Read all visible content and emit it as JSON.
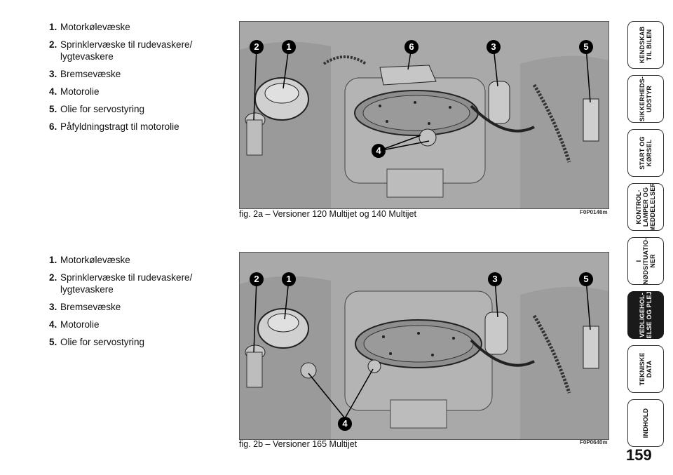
{
  "section1": {
    "items": [
      {
        "num": "1.",
        "text": "Motorkølevæske"
      },
      {
        "num": "2.",
        "text": "Sprinklervæske til rudevaskere/ lygtevaskere"
      },
      {
        "num": "3.",
        "text": "Bremsevæske"
      },
      {
        "num": "4.",
        "text": "Motorolie"
      },
      {
        "num": "5.",
        "text": "Olie for servostyring"
      },
      {
        "num": "6.",
        "text": "Påfyldningstragt til motorolie"
      }
    ],
    "caption": "fig. 2a – Versioner 120 Multijet og 140 Multijet",
    "code": "F0P0146m",
    "callouts": [
      "2",
      "1",
      "6",
      "3",
      "5",
      "4"
    ]
  },
  "section2": {
    "items": [
      {
        "num": "1.",
        "text": "Motorkølevæske"
      },
      {
        "num": "2.",
        "text": "Sprinklervæske til rudevaskere/ lygtevaskere"
      },
      {
        "num": "3.",
        "text": "Bremsevæske"
      },
      {
        "num": "4.",
        "text": "Motorolie"
      },
      {
        "num": "5.",
        "text": "Olie for servostyring"
      }
    ],
    "caption": "fig. 2b – Versioner 165 Multijet",
    "code": "F0P0640m",
    "callouts": [
      "2",
      "1",
      "3",
      "5",
      "4"
    ]
  },
  "tabs": [
    {
      "label": "KENDSKAB\nTIL BILEN",
      "active": false
    },
    {
      "label": "SIKKERHEDS-\nUDSTYR",
      "active": false
    },
    {
      "label": "START OG\nKØRSEL",
      "active": false
    },
    {
      "label": "KONTROL-\nLAMPER OG\nMEDDELELSER",
      "active": false
    },
    {
      "label": "I\nNØDSITUATIO-\nNER",
      "active": false
    },
    {
      "label": "VEDLIGEHOL-\nDELSE OG PLEJE",
      "active": true
    },
    {
      "label": "TEKNISKE\nDATA",
      "active": false
    },
    {
      "label": "INDHOLD",
      "active": false
    }
  ],
  "page_number": "159",
  "colors": {
    "tab_active": "#1a1a1a",
    "figure_bg": "#aaaaaa"
  }
}
